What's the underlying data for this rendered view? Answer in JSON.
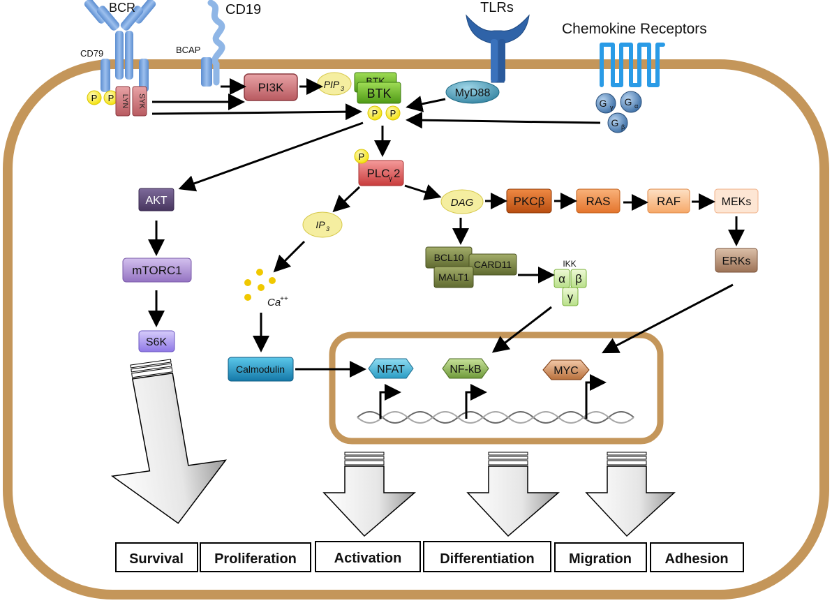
{
  "receptors": {
    "bcr": "BCR",
    "cd79": "CD79",
    "cd19": "CD19",
    "bcap": "BCAP",
    "tlrs": "TLRs",
    "chemokine": "Chemokine Receptors",
    "myd88": "MyD88",
    "g_gamma": "G",
    "g_gamma_sub": "γ",
    "g_alpha": "G",
    "g_alpha_sub": "α",
    "g_beta": "G",
    "g_beta_sub": "β"
  },
  "kinases": {
    "lyn": "LYN",
    "syk": "SYK",
    "phospho": "P",
    "pi3k": "PI3K",
    "pip3": "PIP",
    "pip3_sub": "3",
    "btk": "BTK",
    "plc": "PLC",
    "plc_sub": "γ",
    "plc_suffix": "2"
  },
  "left_branch": {
    "akt": "AKT",
    "mtorc1": "mTORC1",
    "s6k": "S6K"
  },
  "middle_branch": {
    "ip3": "IP",
    "ip3_sub": "3",
    "ca": "Ca",
    "ca_sup": "++",
    "calmodulin": "Calmodulin"
  },
  "right_branch": {
    "dag": "DAG",
    "pkcb": "PKCβ",
    "ras": "RAS",
    "raf": "RAF",
    "meks": "MEKs",
    "erks": "ERKs",
    "bcl10": "BCL10",
    "card11": "CARD11",
    "malt1": "MALT1",
    "ikk": "IKK",
    "ikk_a": "α",
    "ikk_b": "β",
    "ikk_g": "γ"
  },
  "nucleus": {
    "nfat": "NFAT",
    "nfkb": "NF-kB",
    "myc": "MYC"
  },
  "outcomes": [
    "Survival",
    "Proliferation",
    "Activation",
    "Differentiation",
    "Migration",
    "Adhesion"
  ],
  "colors": {
    "membrane": "#c4965a",
    "receptor_blue": "#7aa6dc",
    "pink": "#d9868a",
    "green": "#6fba2c",
    "red": "#e05a5a",
    "purple_dark": "#5e4a7a",
    "purple_light": "#b59ad8",
    "olive": "#7f8a4a",
    "orange_dark": "#d9651e",
    "orange_light": "#f5a56a",
    "brown": "#a97f64",
    "teal": "#2aa3c8",
    "yellow": "#f5eea0"
  }
}
